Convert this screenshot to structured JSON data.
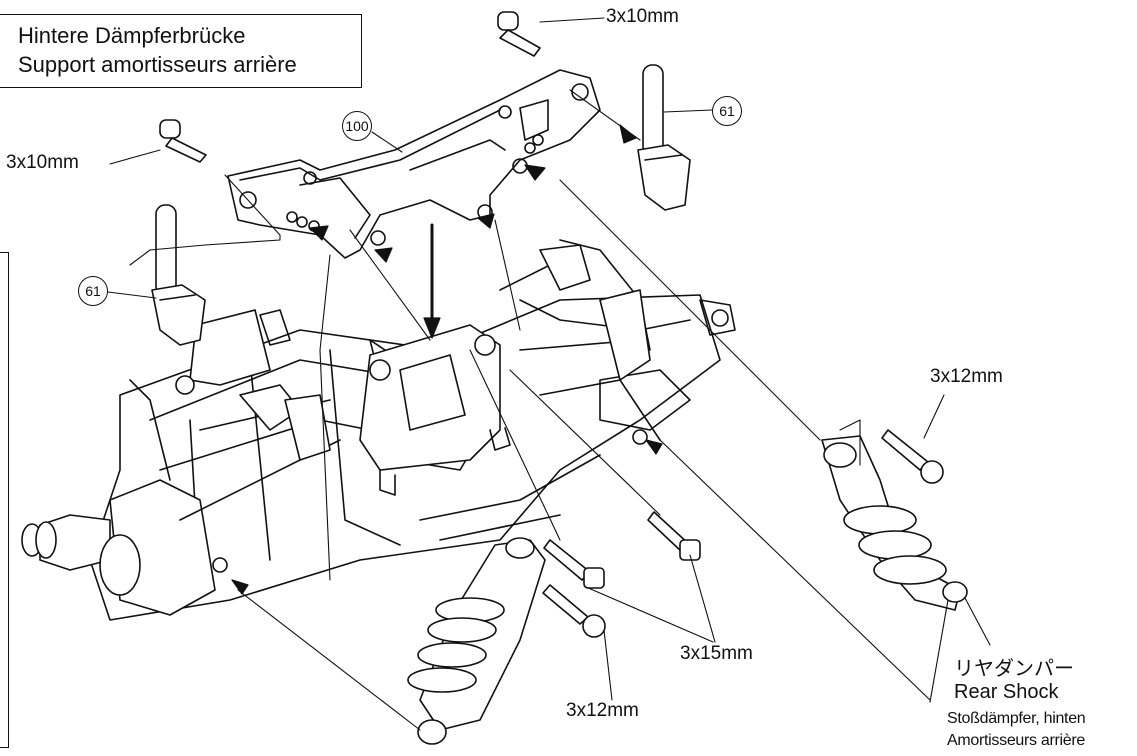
{
  "title": {
    "line1": "Hintere Dämpferbrücke",
    "line2": "Support amortisseurs arrière"
  },
  "part_numbers": {
    "shock_tower": "100",
    "ball_left": "61",
    "ball_right": "61"
  },
  "screw_labels": {
    "top_right": "3x10mm",
    "left": "3x10mm",
    "right": "3x12mm",
    "bottom_center": "3x12mm",
    "center": "3x15mm"
  },
  "shock_label": {
    "japanese": "リヤダンパー",
    "english": "Rear Shock",
    "german": "Stoßdämpfer, hinten",
    "french": "Amortisseurs arrière"
  }
}
